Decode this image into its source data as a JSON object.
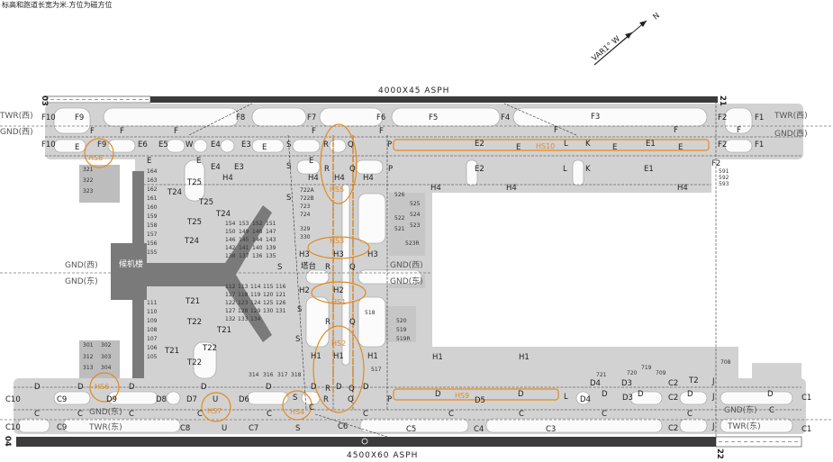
{
  "note": "标高和跑道长宽为米.方位为磁方位",
  "compass": {
    "variation": "VAR1° W",
    "north": "N"
  },
  "runways": [
    {
      "size": "4000X45 ASPH",
      "ends": [
        "03",
        "21"
      ]
    },
    {
      "size": "4500X60 ASPH",
      "ends": [
        "04",
        "22"
      ]
    }
  ],
  "areas": {
    "twr_west": "TWR(西)",
    "gnd_west": "GND(西)",
    "twr_east": "TWR(东)",
    "gnd_east": "GND(东)"
  },
  "terminal": "候机楼",
  "tower": "塔台",
  "hotspots": [
    "HS1",
    "HS2",
    "HS3",
    "HS4",
    "HS5",
    "HS6",
    "HS7",
    "HS8",
    "HS9",
    "HS10"
  ],
  "colors": {
    "hotspot": "#e58a1f",
    "runway": "#3c3c3c",
    "taxiway": "#d2d2d2",
    "terminal": "#7a7a7a"
  },
  "taxiway_labels": [
    "F10",
    "F9",
    "F8",
    "F7",
    "F6",
    "F5",
    "F4",
    "F3",
    "F2",
    "F1",
    "F",
    "F",
    "F",
    "F",
    "F",
    "F",
    "F",
    "F",
    "F10",
    "E",
    "F9",
    "E6",
    "E5",
    "W",
    "E4",
    "E3",
    "E",
    "S",
    "R",
    "Q",
    "P",
    "E2",
    "E",
    "L",
    "K",
    "E",
    "E1",
    "E",
    "F2",
    "F1",
    "E",
    "E",
    "E4",
    "E3",
    "S",
    "E",
    "R",
    "Q",
    "P",
    "E2",
    "L",
    "K",
    "E1",
    "F2",
    "H4",
    "H4",
    "H4",
    "H4",
    "H4",
    "H4",
    "H4",
    "T25",
    "T24",
    "T25",
    "T24",
    "T25",
    "T24",
    "T21",
    "T22",
    "T21",
    "T22",
    "T21",
    "T22",
    "H3",
    "H3",
    "H3",
    "R",
    "Q",
    "H2",
    "H2",
    "R",
    "Q",
    "H1",
    "H1",
    "H1",
    "H1",
    "H1",
    "S",
    "S",
    "S",
    "S",
    "R",
    "Q",
    "D",
    "D",
    "D",
    "D",
    "D",
    "D",
    "D",
    "D",
    "D",
    "D",
    "D",
    "D",
    "D",
    "D",
    "C10",
    "C9",
    "D9",
    "D8",
    "D7",
    "U",
    "D6",
    "S",
    "R",
    "Q",
    "P",
    "D5",
    "L",
    "D4",
    "D3",
    "C2",
    "J",
    "C1",
    "C",
    "C",
    "C",
    "C",
    "C",
    "C",
    "C",
    "C",
    "C",
    "C",
    "C",
    "C",
    "C10",
    "C9",
    "C8",
    "U",
    "C7",
    "S",
    "C6",
    "C5",
    "C4",
    "C3",
    "C2",
    "J",
    "C1",
    "T2",
    "D4",
    "D3",
    "C2",
    "J"
  ],
  "stand_labels": [
    "164",
    "163",
    "162",
    "161",
    "160",
    "159",
    "158",
    "157",
    "156",
    "155",
    "154",
    "153",
    "152",
    "151",
    "150",
    "149",
    "148",
    "147",
    "146",
    "145",
    "144",
    "143",
    "142",
    "141",
    "140",
    "139",
    "138",
    "137",
    "136",
    "135",
    "111",
    "110",
    "109",
    "108",
    "107",
    "106",
    "105",
    "112",
    "113",
    "114",
    "115",
    "116",
    "117",
    "118",
    "119",
    "120",
    "121",
    "122",
    "123",
    "124",
    "125",
    "126",
    "127",
    "128",
    "129",
    "130",
    "131",
    "132",
    "133",
    "134",
    "321",
    "322",
    "323",
    "301",
    "302",
    "303",
    "304",
    "312",
    "313",
    "314",
    "316",
    "317",
    "318",
    "722A",
    "722B",
    "723",
    "724",
    "329",
    "330",
    "526",
    "525",
    "524",
    "523",
    "522",
    "521",
    "523R",
    "518",
    "520",
    "519",
    "519R",
    "517",
    "721",
    "720",
    "719",
    "709",
    "708",
    "591",
    "592",
    "593"
  ]
}
